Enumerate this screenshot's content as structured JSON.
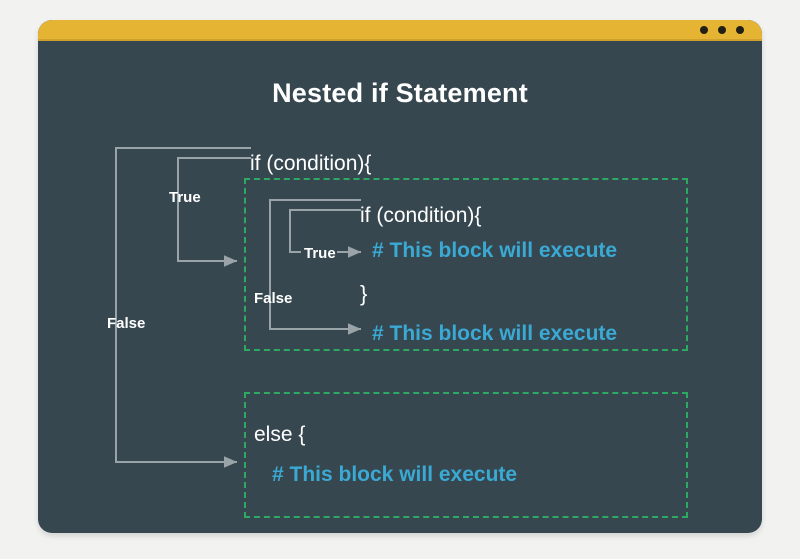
{
  "window": {
    "titlebar_color": "#e5b432",
    "card_color": "#36474f",
    "page_background": "#f2f2f1",
    "dots": [
      "window-dot-1",
      "window-dot-2",
      "window-dot-3"
    ]
  },
  "title": "Nested if Statement",
  "colors": {
    "accent_green_dashed": "#2fa864",
    "code_cyan": "#3aa9d4",
    "code_white": "#ffffff",
    "wire_gray": "#9aa3a8"
  },
  "code": {
    "if_outer": "if (condition){",
    "if_inner": "if (condition){",
    "exec_inner_true": "# This block will execute",
    "closing_brace": "}",
    "exec_inner_false": "# This block will execute",
    "else_keyword": "else {",
    "exec_else": "# This block will execute"
  },
  "flow_labels": {
    "outer_true": "True",
    "outer_false": "False",
    "inner_true": "True",
    "inner_false": "False"
  },
  "blocks": [
    {
      "name": "nested-if-block",
      "border": "dashed",
      "border_color": "#2fa864"
    },
    {
      "name": "else-block",
      "border": "dashed",
      "border_color": "#2fa864"
    }
  ]
}
